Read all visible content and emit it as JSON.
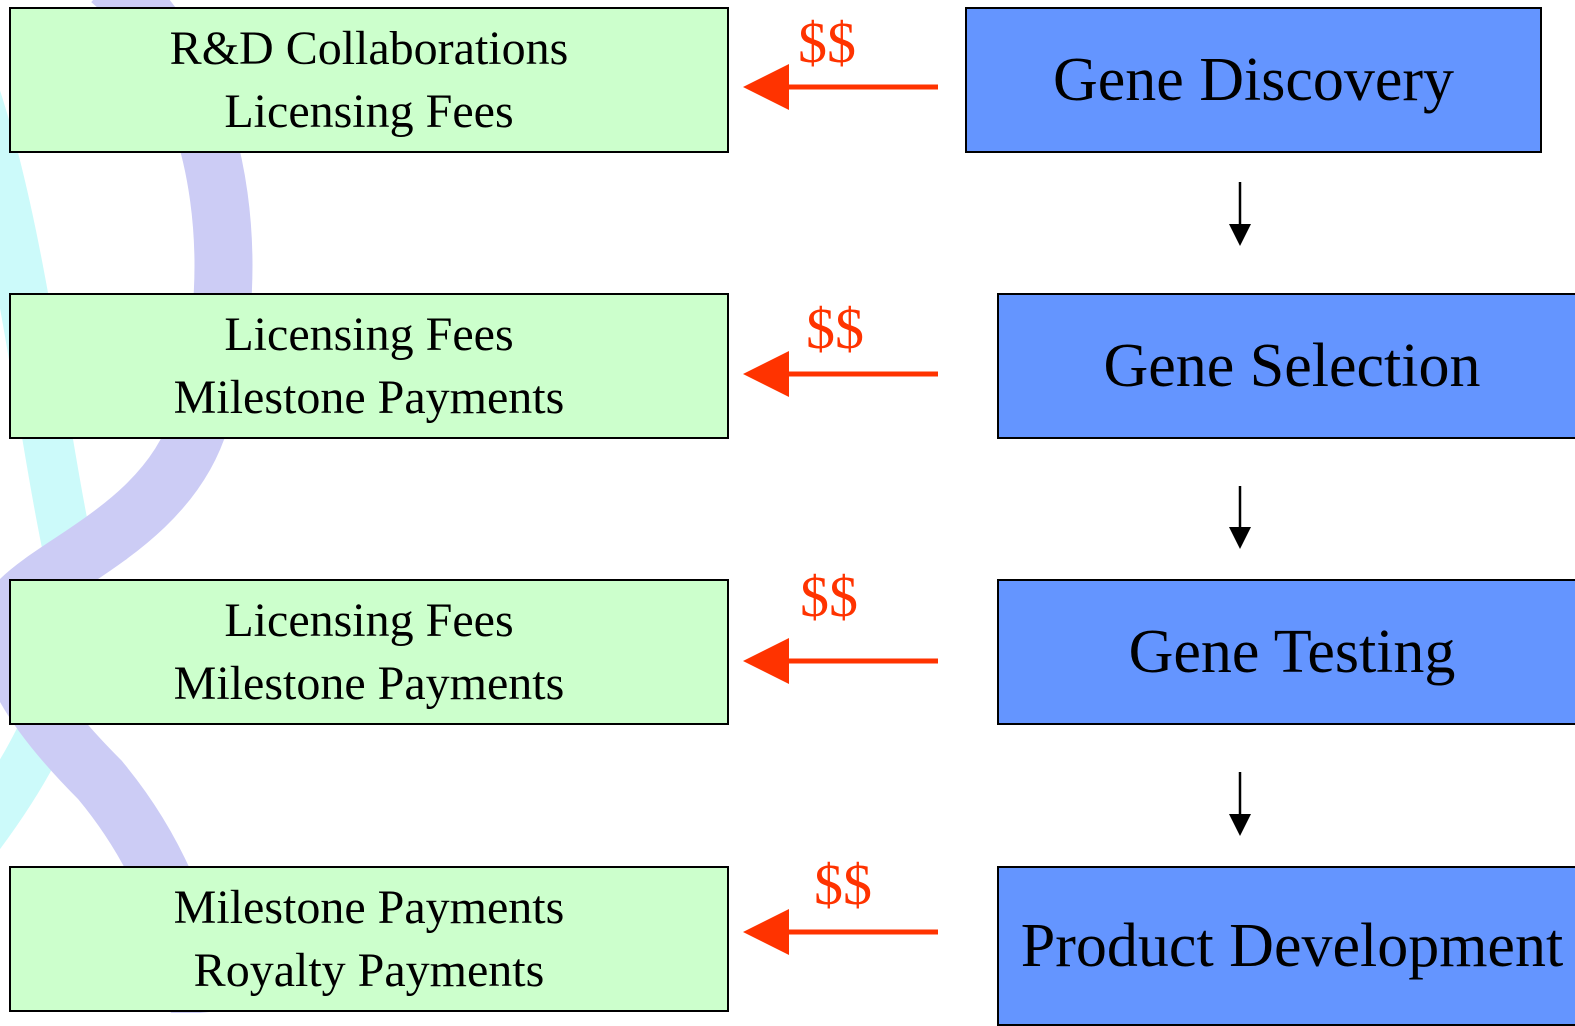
{
  "colors": {
    "revenue_fill": "#ccffcc",
    "stage_fill": "#6495ff",
    "payment_arrow": "#ff3300",
    "flow_arrow": "#000000",
    "helix_blue": "#ccccf5",
    "helix_cyan": "#ccfafa"
  },
  "stages": [
    {
      "label": "Gene Discovery",
      "payment_symbol": "$$",
      "revenue": [
        "R&D Collaborations",
        "Licensing Fees"
      ]
    },
    {
      "label": "Gene Selection",
      "payment_symbol": "$$",
      "revenue": [
        "Licensing Fees",
        "Milestone Payments"
      ]
    },
    {
      "label": "Gene Testing",
      "payment_symbol": "$$",
      "revenue": [
        "Licensing Fees",
        "Milestone Payments"
      ]
    },
    {
      "label": "Product Development",
      "payment_symbol": "$$",
      "revenue": [
        "Milestone Payments",
        "Royalty Payments"
      ]
    }
  ]
}
